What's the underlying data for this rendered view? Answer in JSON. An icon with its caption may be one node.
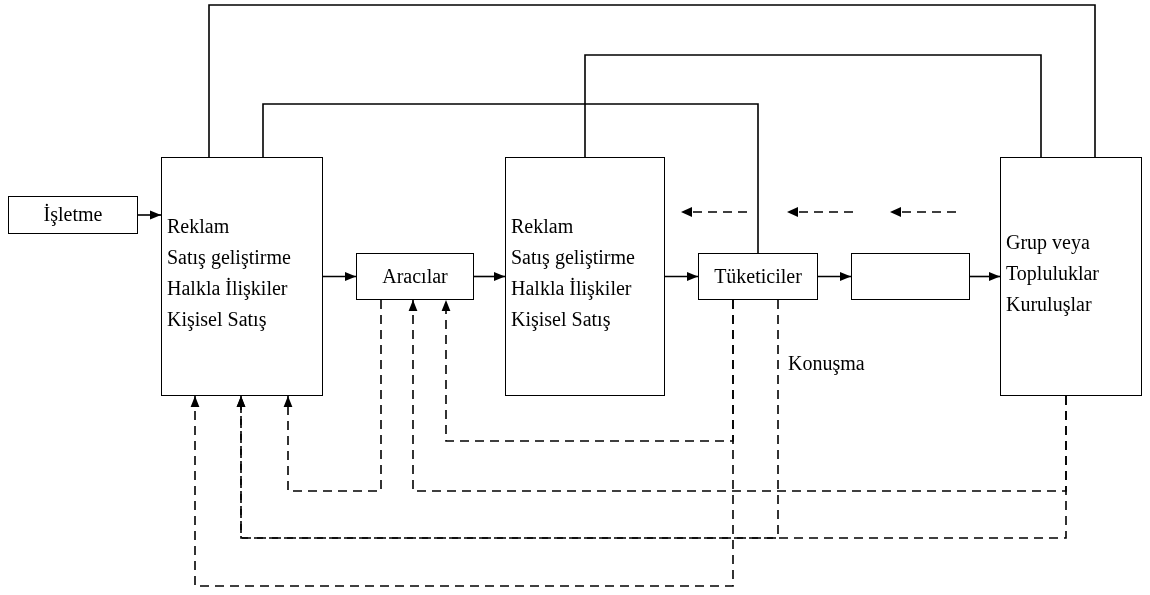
{
  "diagram": {
    "nodes": [
      {
        "text": [
          "İşletme"
        ]
      },
      {
        "text": [
          "Reklam",
          "Satış geliştirme",
          "Halkla İlişkiler",
          "Kişisel Satış"
        ]
      },
      {
        "text": [
          "Aracılar"
        ]
      },
      {
        "text": [
          "Reklam",
          "Satış geliştirme",
          "Halkla İlişkiler",
          "Kişisel Satış"
        ]
      },
      {
        "text": [
          "Tüketiciler"
        ]
      },
      {
        "text": [],
        "shape": "box"
      },
      {
        "text": [
          "Grup veya Topluluklar Kuruluşlar"
        ]
      }
    ],
    "edges": [
      {
        "from": 0,
        "to": 1,
        "arrow": "to"
      },
      {
        "from": 1,
        "to": 2,
        "arrow": "to"
      },
      {
        "from": 2,
        "to": 3,
        "arrow": "to"
      },
      {
        "from": 3,
        "to": 4,
        "arrow": "to"
      },
      {
        "from": 4,
        "to": 5,
        "arrow": "to"
      },
      {
        "from": 5,
        "to": 6,
        "arrow": "to"
      },
      {
        "from": 1,
        "to": 6,
        "arrow": "none"
      },
      {
        "from": 1,
        "to": 4,
        "arrow": "none"
      },
      {
        "from": 3,
        "to": 6,
        "arrow": "none"
      },
      {
        "from": 4,
        "to": 2,
        "arrow": "to",
        "style": "dashed"
      },
      {
        "from": 4,
        "to": 1,
        "arrow": "to",
        "style": "dashed"
      },
      {
        "from": 2,
        "to": 1,
        "arrow": "to",
        "style": "dashed"
      },
      {
        "from": 6,
        "to": 2,
        "arrow": "to",
        "style": "dashed"
      },
      {
        "from": 6,
        "to": 1,
        "arrow": "to",
        "style": "dashed"
      },
      {
        "from": 4,
        "to": 1,
        "arrow": "to",
        "style": "dashed",
        "label": "Konuşma"
      }
    ]
  }
}
